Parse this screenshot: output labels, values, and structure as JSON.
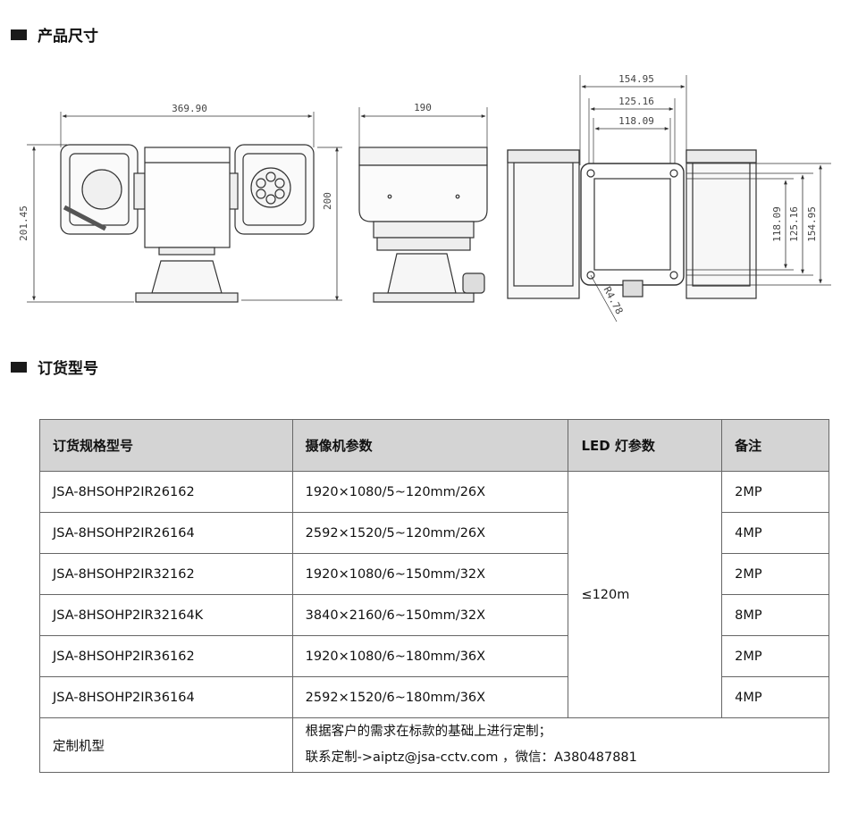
{
  "sections": {
    "dimensions_title": "产品尺寸",
    "order_title": "订货型号"
  },
  "dims": {
    "front_width": "369.90",
    "front_height": "201.45",
    "side_width": "190",
    "side_height": "200",
    "top_outer": "154.95",
    "top_mid": "125.16",
    "top_inner": "118.09",
    "right_inner": "118.09",
    "right_mid": "125.16",
    "right_outer": "154.95",
    "radius": "R4.78"
  },
  "table": {
    "headers": [
      "订货规格型号",
      "摄像机参数",
      "LED 灯参数",
      "备注"
    ],
    "rows": [
      {
        "model": "JSA-8HSOHP2IR26162",
        "camera": "1920×1080/5~120mm/26X",
        "note": "2MP"
      },
      {
        "model": "JSA-8HSOHP2IR26164",
        "camera": "2592×1520/5~120mm/26X",
        "note": "4MP"
      },
      {
        "model": "JSA-8HSOHP2IR32162",
        "camera": "1920×1080/6~150mm/32X",
        "note": "2MP"
      },
      {
        "model": "JSA-8HSOHP2IR32164K",
        "camera": "3840×2160/6~150mm/32X",
        "note": "8MP"
      },
      {
        "model": "JSA-8HSOHP2IR36162",
        "camera": "1920×1080/6~180mm/36X",
        "note": "2MP"
      },
      {
        "model": "JSA-8HSOHP2IR36164",
        "camera": "2592×1520/6~180mm/36X",
        "note": "4MP"
      }
    ],
    "led_value": "≤120m",
    "custom_label": "定制机型",
    "custom_line1": "根据客户的需求在标款的基础上进行定制；",
    "custom_line2": "联系定制->aiptz@jsa-cctv.com ，微信：A380487881"
  }
}
